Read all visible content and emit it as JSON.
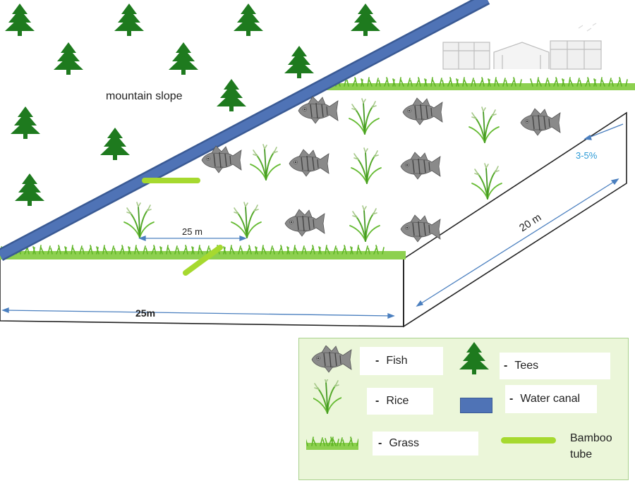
{
  "diagram": {
    "labels": {
      "mountain_slope": "mountain slope",
      "spacing": "25 m",
      "width_front": "25m",
      "depth_side": "20 m",
      "slope": "3-5%"
    },
    "colors": {
      "tree": "#1e7a1e",
      "canal": "#4f73b6",
      "canal_edge": "#3a5a94",
      "bamboo": "#a6d92f",
      "grass": "#66bb2a",
      "fish": "#777777",
      "arrow": "#4a7fbf",
      "slope_text": "#2b9ad6",
      "legend_bg": "#ebf6d9"
    },
    "icons": [
      "pine-tree-icon",
      "fish-icon",
      "rice-plant-icon",
      "grass-icon",
      "water-canal-icon",
      "bamboo-tube-icon",
      "farm-buildings-icon"
    ]
  },
  "legend": {
    "fish": "Fish",
    "trees": "Tees",
    "rice": "Rice",
    "water_canal": "Water canal",
    "grass": "Grass",
    "bamboo_line1": "Bamboo",
    "bamboo_line2": "tube"
  }
}
